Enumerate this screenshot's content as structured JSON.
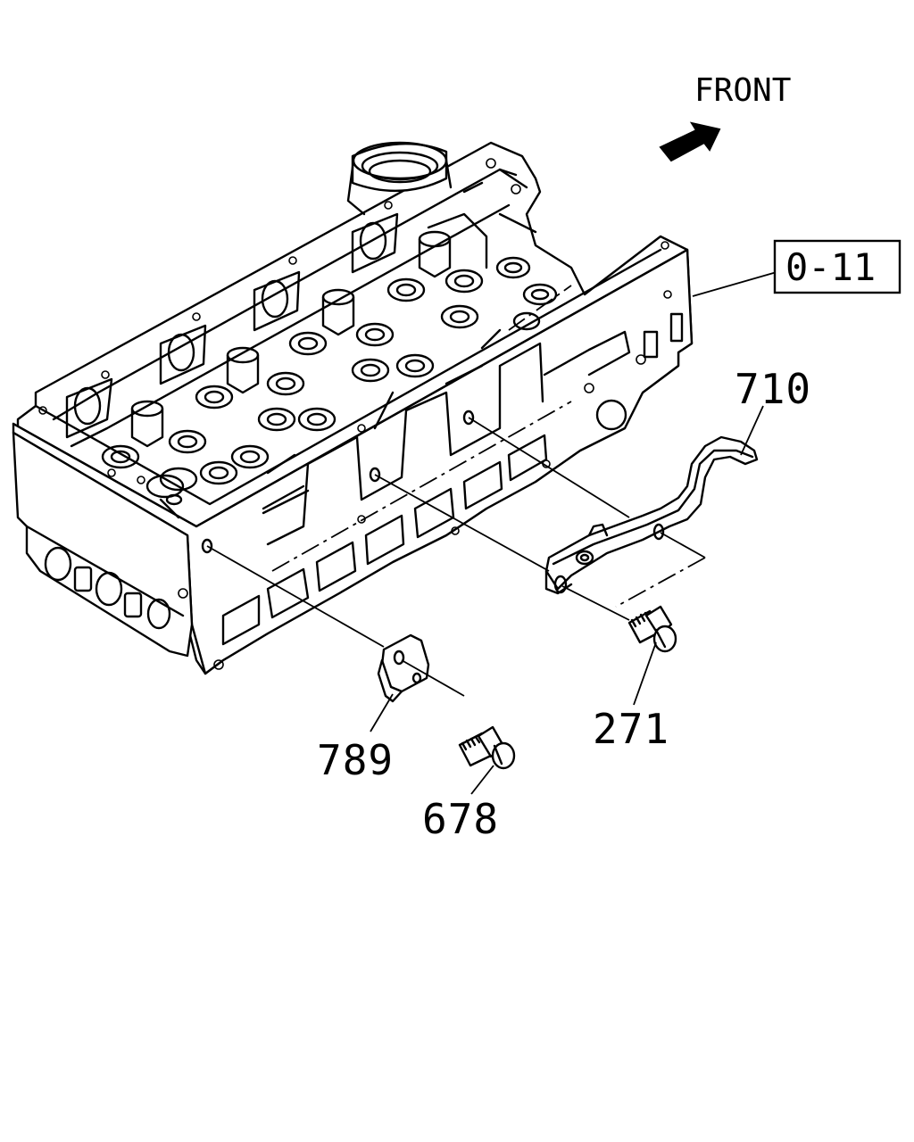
{
  "direction": {
    "label": "FRONT",
    "arrow_icon": "arrow-icon"
  },
  "reference_box": {
    "label": "0-11"
  },
  "callouts": [
    {
      "id": "710",
      "label": "710"
    },
    {
      "id": "271",
      "label": "271"
    },
    {
      "id": "789",
      "label": "789"
    },
    {
      "id": "678",
      "label": "678"
    }
  ],
  "parts": [
    {
      "name": "cylinder-head"
    },
    {
      "name": "bracket"
    },
    {
      "name": "cover-plate"
    },
    {
      "name": "bolt-271"
    },
    {
      "name": "bolt-678"
    }
  ]
}
